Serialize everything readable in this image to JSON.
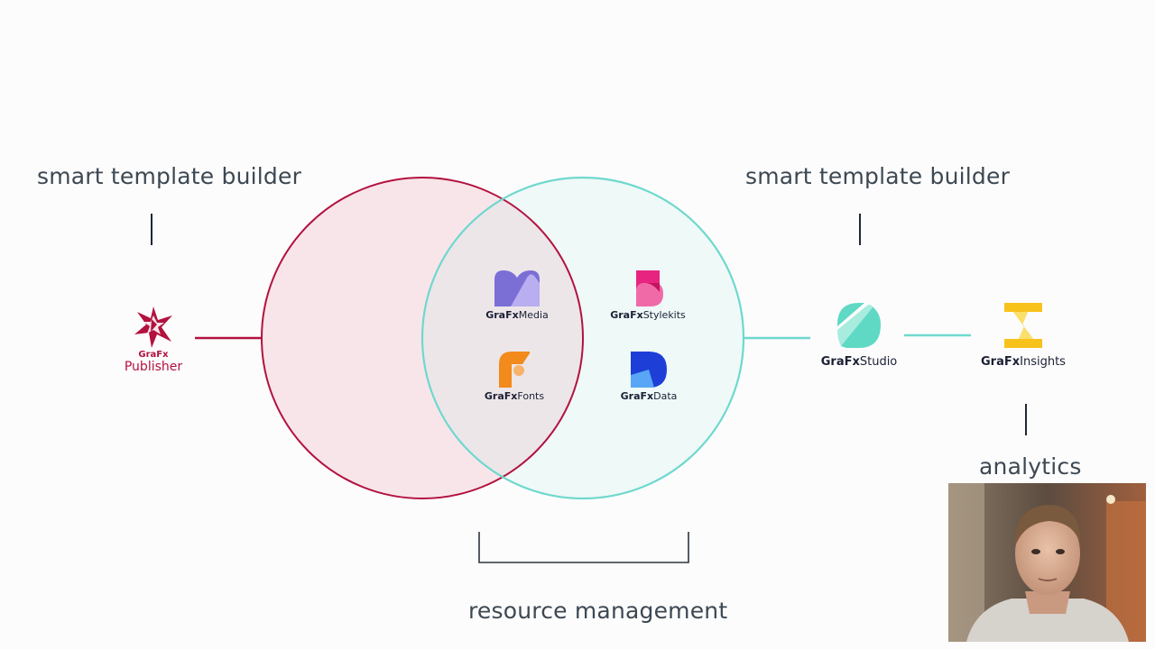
{
  "labels": {
    "left_top": "smart template builder",
    "right_top": "smart template builder",
    "bottom": "resource management",
    "analytics": "analytics"
  },
  "products": {
    "publisher": {
      "brand": "GraFx",
      "name": "Publisher"
    },
    "media": {
      "brand": "GraFx",
      "name": "Media"
    },
    "stylekits": {
      "brand": "GraFx",
      "name": "Stylekits"
    },
    "fonts": {
      "brand": "GraFx",
      "name": "Fonts"
    },
    "data": {
      "brand": "GraFx",
      "name": "Data"
    },
    "studio": {
      "brand": "GraFx",
      "name": "Studio"
    },
    "insights": {
      "brand": "GraFx",
      "name": "Insights"
    }
  },
  "colors": {
    "publisher": "#b3123e",
    "publisher_fill": "#f8e5ea",
    "studio": "#6fd8cd",
    "studio_fill": "#eef9f8",
    "overlap_fill": "#ece6e9",
    "text": "#3d4852"
  },
  "icons": {
    "publisher": "grafx-publisher-star-icon",
    "media": "grafx-media-icon",
    "stylekits": "grafx-stylekits-icon",
    "fonts": "grafx-fonts-icon",
    "data": "grafx-data-icon",
    "studio": "grafx-studio-icon",
    "insights": "grafx-insights-icon"
  }
}
